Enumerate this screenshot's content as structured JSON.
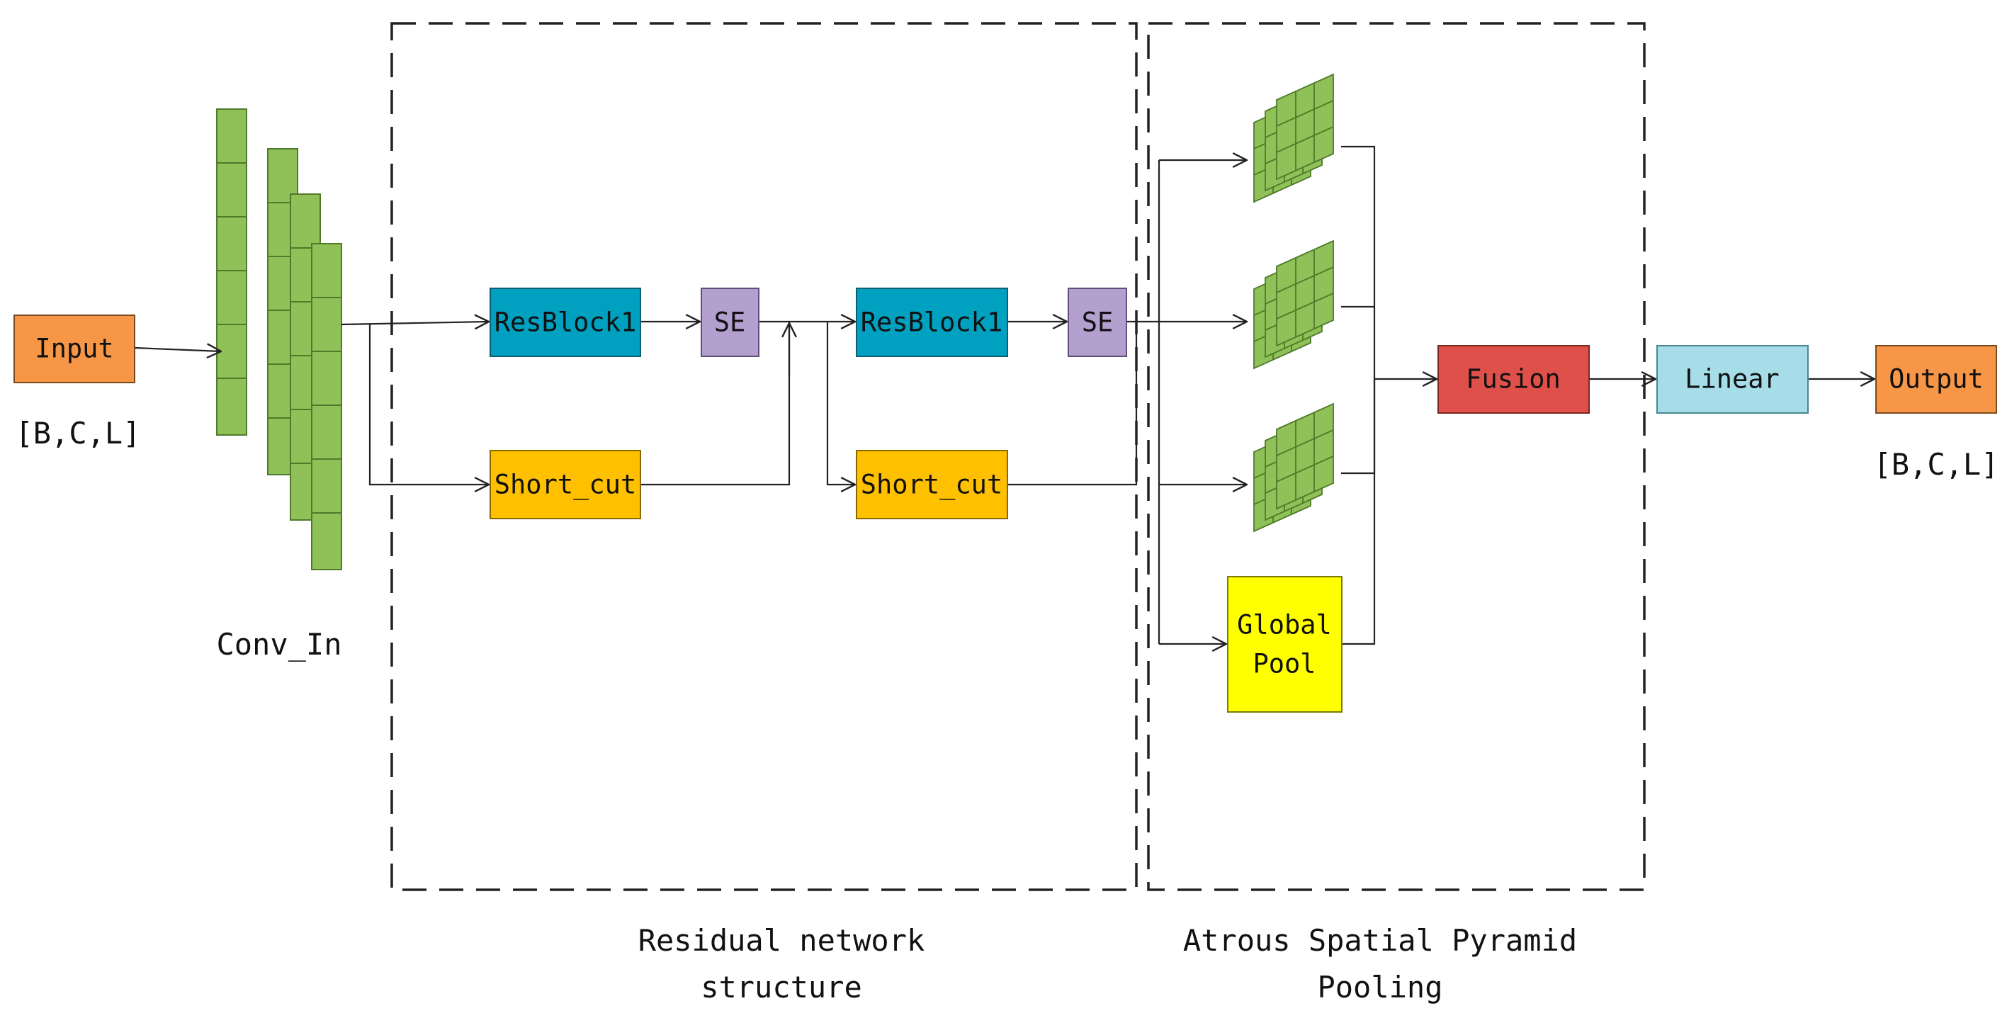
{
  "nodes": {
    "input": {
      "label": "Input"
    },
    "resblock1_a": {
      "label": "ResBlock1"
    },
    "se_a": {
      "label": "SE"
    },
    "shortcut_a": {
      "label": "Short_cut"
    },
    "resblock1_b": {
      "label": "ResBlock1"
    },
    "se_b": {
      "label": "SE"
    },
    "shortcut_b": {
      "label": "Short_cut"
    },
    "global_pool": {
      "line1": "Global",
      "line2": "Pool"
    },
    "fusion": {
      "label": "Fusion"
    },
    "linear": {
      "label": "Linear"
    },
    "output": {
      "label": "Output"
    }
  },
  "labels": {
    "input_shape": "[B,C,L]",
    "output_shape": "[B,C,L]",
    "conv_in": "Conv_In",
    "residual_line1": "Residual network",
    "residual_line2": "structure",
    "aspp_line1": "Atrous Spatial Pyramid",
    "aspp_line2": "Pooling"
  },
  "colors": {
    "input_output": "#F79646",
    "resblock": "#00A0C0",
    "se": "#B4A0CF",
    "shortcut": "#FFC000",
    "global_pool": "#FFFF00",
    "fusion": "#E0504A",
    "linear": "#A6DDE9",
    "conv_green": "#8FC158"
  }
}
